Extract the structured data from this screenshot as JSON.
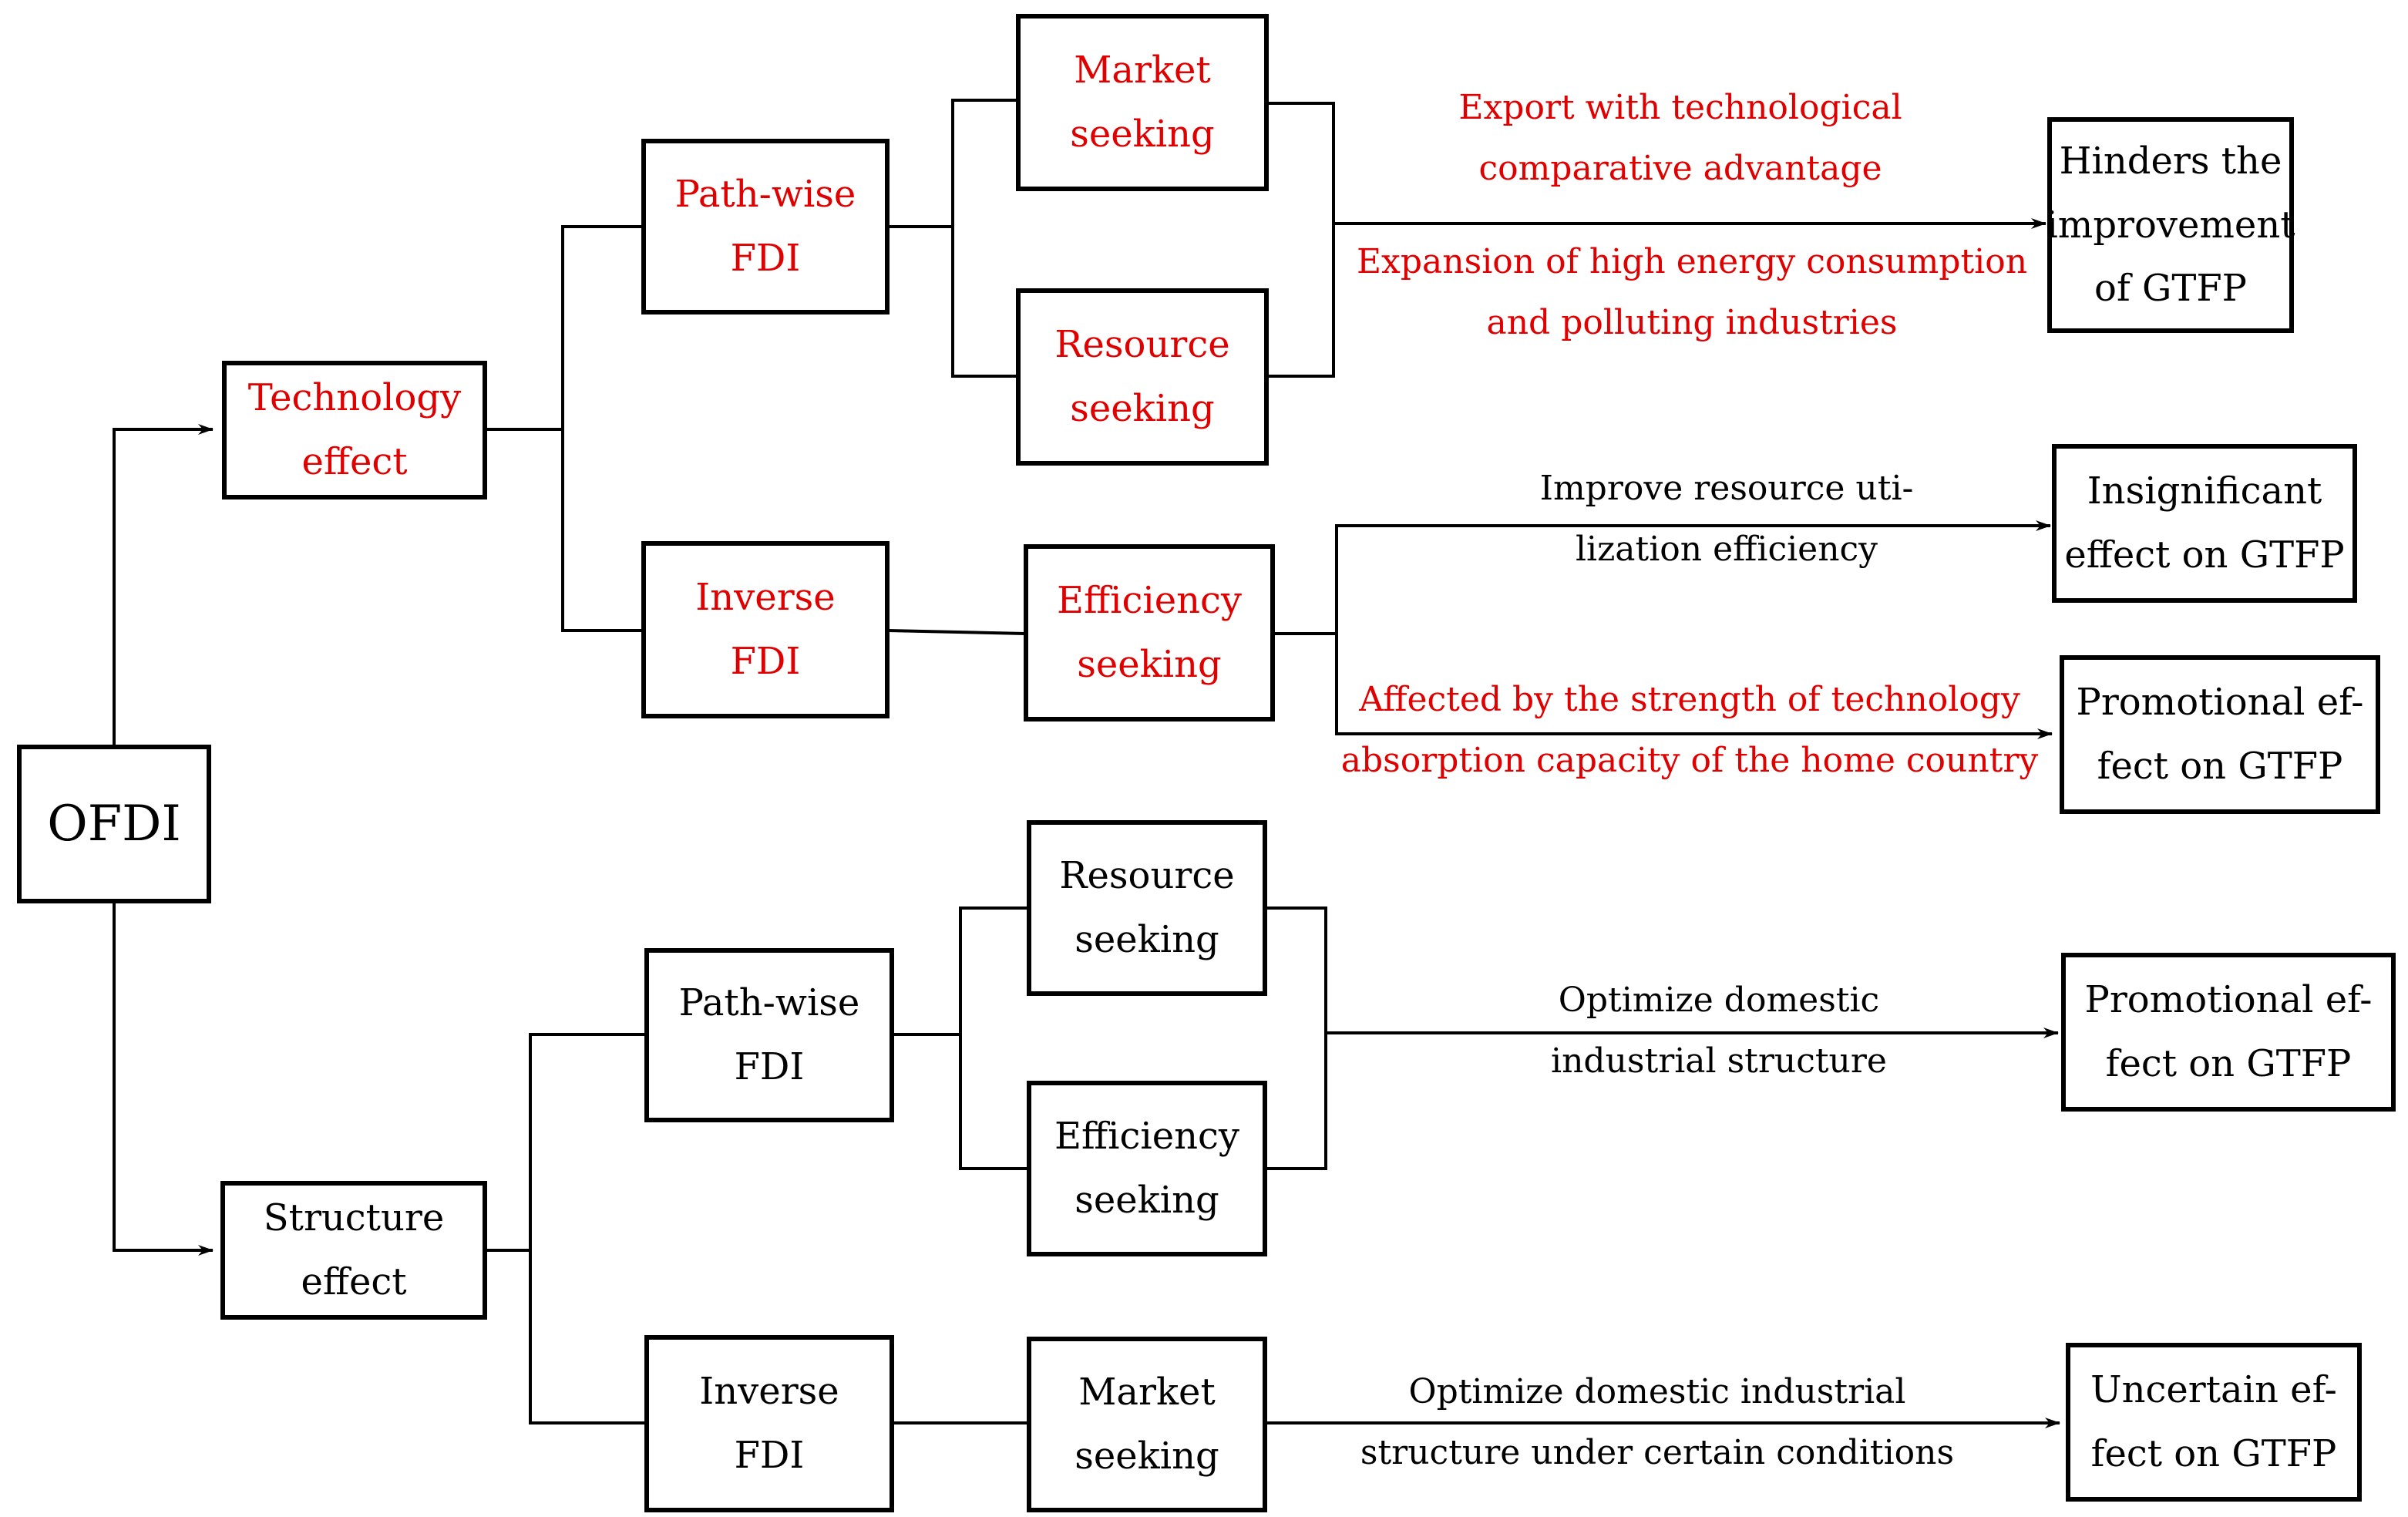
{
  "nodes": {
    "ofdi": "OFDI",
    "technology_effect": "Technology\neffect",
    "structure_effect": "Structure\neffect",
    "tech_pathwise": "Path-wise\nFDI",
    "tech_inverse": "Inverse\nFDI",
    "tech_market": "Market\nseeking",
    "tech_resource": "Resource\nseeking",
    "tech_efficiency": "Efficiency\nseeking",
    "struct_pathwise": "Path-wise\nFDI",
    "struct_inverse": "Inverse\nFDI",
    "struct_resource": "Resource\nseeking",
    "struct_efficiency": "Efficiency\nseeking",
    "struct_market": "Market\nseeking",
    "out_hinders": "Hinders the\nimprovement\nof GTFP",
    "out_insignificant": "Insignificant\neffect on GTFP",
    "out_promo1": "Promotional ef-\nfect on GTFP",
    "out_promo2": "Promotional ef-\nfect on GTFP",
    "out_uncertain": "Uncertain ef-\nfect on GTFP"
  },
  "edge_labels": {
    "export": "Export with technological\ncomparative advantage",
    "expansion": "Expansion of high energy consumption\nand polluting industries",
    "improve": "Improve resource uti-\nlization efficiency",
    "affected": "Affected by the strength of technology\nabsorption capacity of the home country",
    "optimize1": "Optimize domestic\nindustrial    structure",
    "optimize2": "Optimize domestic industrial\nstructure under certain conditions"
  },
  "colors": {
    "highlight": "#e00000",
    "default": "#000000"
  }
}
